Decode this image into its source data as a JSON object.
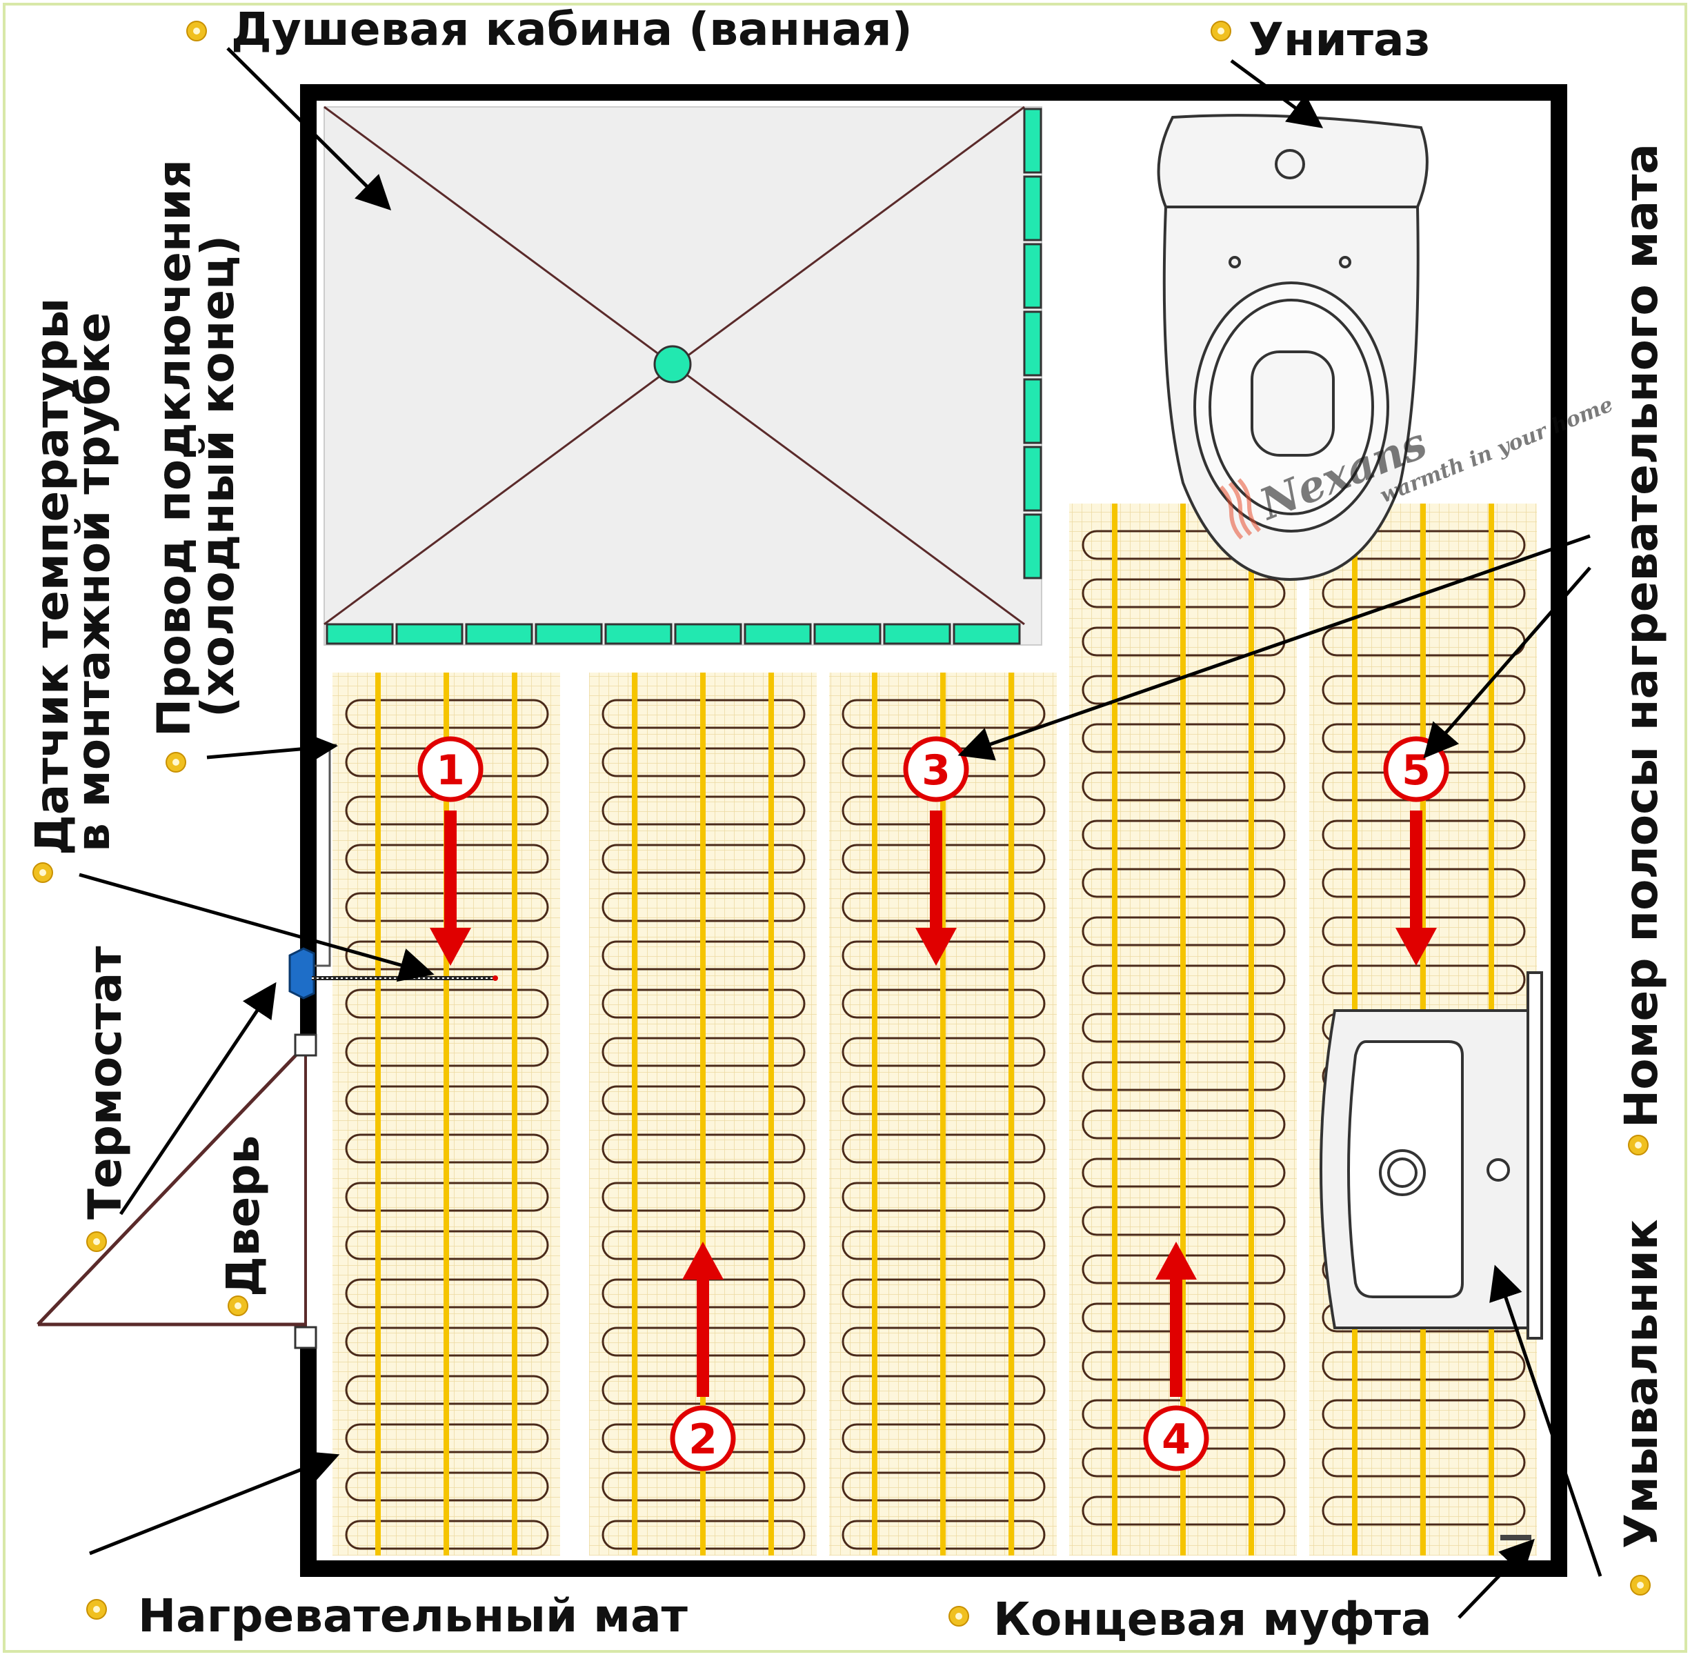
{
  "labels": {
    "shower": "Душевая кабина (ванная)",
    "toilet": "Унитаз",
    "cold_lead": "Провод подключения",
    "cold_lead_note": "(холодный конец)",
    "sensor": "Датчик температуры",
    "sensor_note": "в монтажной трубке",
    "thermostat": "Термостат",
    "door": "Дверь",
    "strip_number": "Номер полосы нагревательного мата",
    "sink": "Умывальник",
    "mat": "Нагревательный мат",
    "end_sleeve": "Концевая муфта"
  },
  "strips": [
    {
      "number": "1",
      "direction": "down"
    },
    {
      "number": "2",
      "direction": "up"
    },
    {
      "number": "3",
      "direction": "down"
    },
    {
      "number": "4",
      "direction": "up"
    },
    {
      "number": "5",
      "direction": "down"
    }
  ],
  "watermark": "Nexans warmth in your home",
  "colors": {
    "wall": "#000000",
    "mat_fill": "#fdf6dc",
    "cable_yellow": "#f5c400",
    "shower_tile": "#22e8b0",
    "arrow_red": "#e00000",
    "marker_gold": "#f0c020",
    "thermostat_blue": "#1e6ec8"
  }
}
